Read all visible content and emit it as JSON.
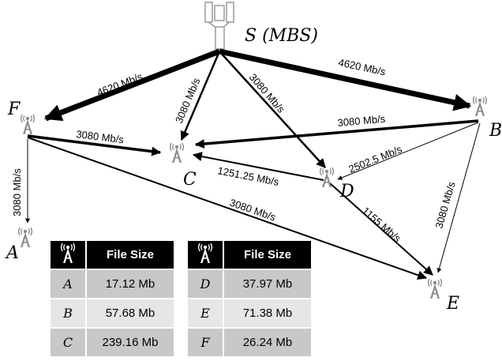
{
  "source": {
    "label": "S (MBS)"
  },
  "nodes": {
    "A": "A",
    "B": "B",
    "C": "C",
    "D": "D",
    "E": "E",
    "F": "F"
  },
  "links": [
    {
      "from": "S",
      "to": "F",
      "rate": "4620 Mb/s"
    },
    {
      "from": "S",
      "to": "B",
      "rate": "4620 Mb/s"
    },
    {
      "from": "S",
      "to": "C",
      "rate": "3080 Mb/s"
    },
    {
      "from": "S",
      "to": "D",
      "rate": "3080 Mb/s"
    },
    {
      "from": "F",
      "to": "C",
      "rate": "3080 Mb/s"
    },
    {
      "from": "B",
      "to": "C",
      "rate": "3080 Mb/s"
    },
    {
      "from": "B",
      "to": "D",
      "rate": "2502.5 Mb/s"
    },
    {
      "from": "D",
      "to": "C",
      "rate": "1251.25 Mb/s"
    },
    {
      "from": "F",
      "to": "A",
      "rate": "3080 Mb/s"
    },
    {
      "from": "F",
      "to": "E",
      "rate": "3080 Mb/s"
    },
    {
      "from": "D",
      "to": "E",
      "rate": "1155 Mb/s"
    },
    {
      "from": "B",
      "to": "E",
      "rate": "3080 Mb/s"
    }
  ],
  "table": {
    "header": "File Size",
    "rows": [
      {
        "left": {
          "node": "A",
          "size": "17.12 Mb"
        },
        "right": {
          "node": "D",
          "size": "37.97 Mb"
        }
      },
      {
        "left": {
          "node": "B",
          "size": "57.68 Mb"
        },
        "right": {
          "node": "E",
          "size": "71.38 Mb"
        }
      },
      {
        "left": {
          "node": "C",
          "size": "239.16 Mb"
        },
        "right": {
          "node": "F",
          "size": "26.24 Mb"
        }
      }
    ]
  },
  "icons": {
    "base_station": "tower-icon",
    "small_cell": "antenna-icon"
  },
  "colors": {
    "edge": "#000000",
    "icon": "#8c8c8c",
    "header_bg": "#000000"
  }
}
